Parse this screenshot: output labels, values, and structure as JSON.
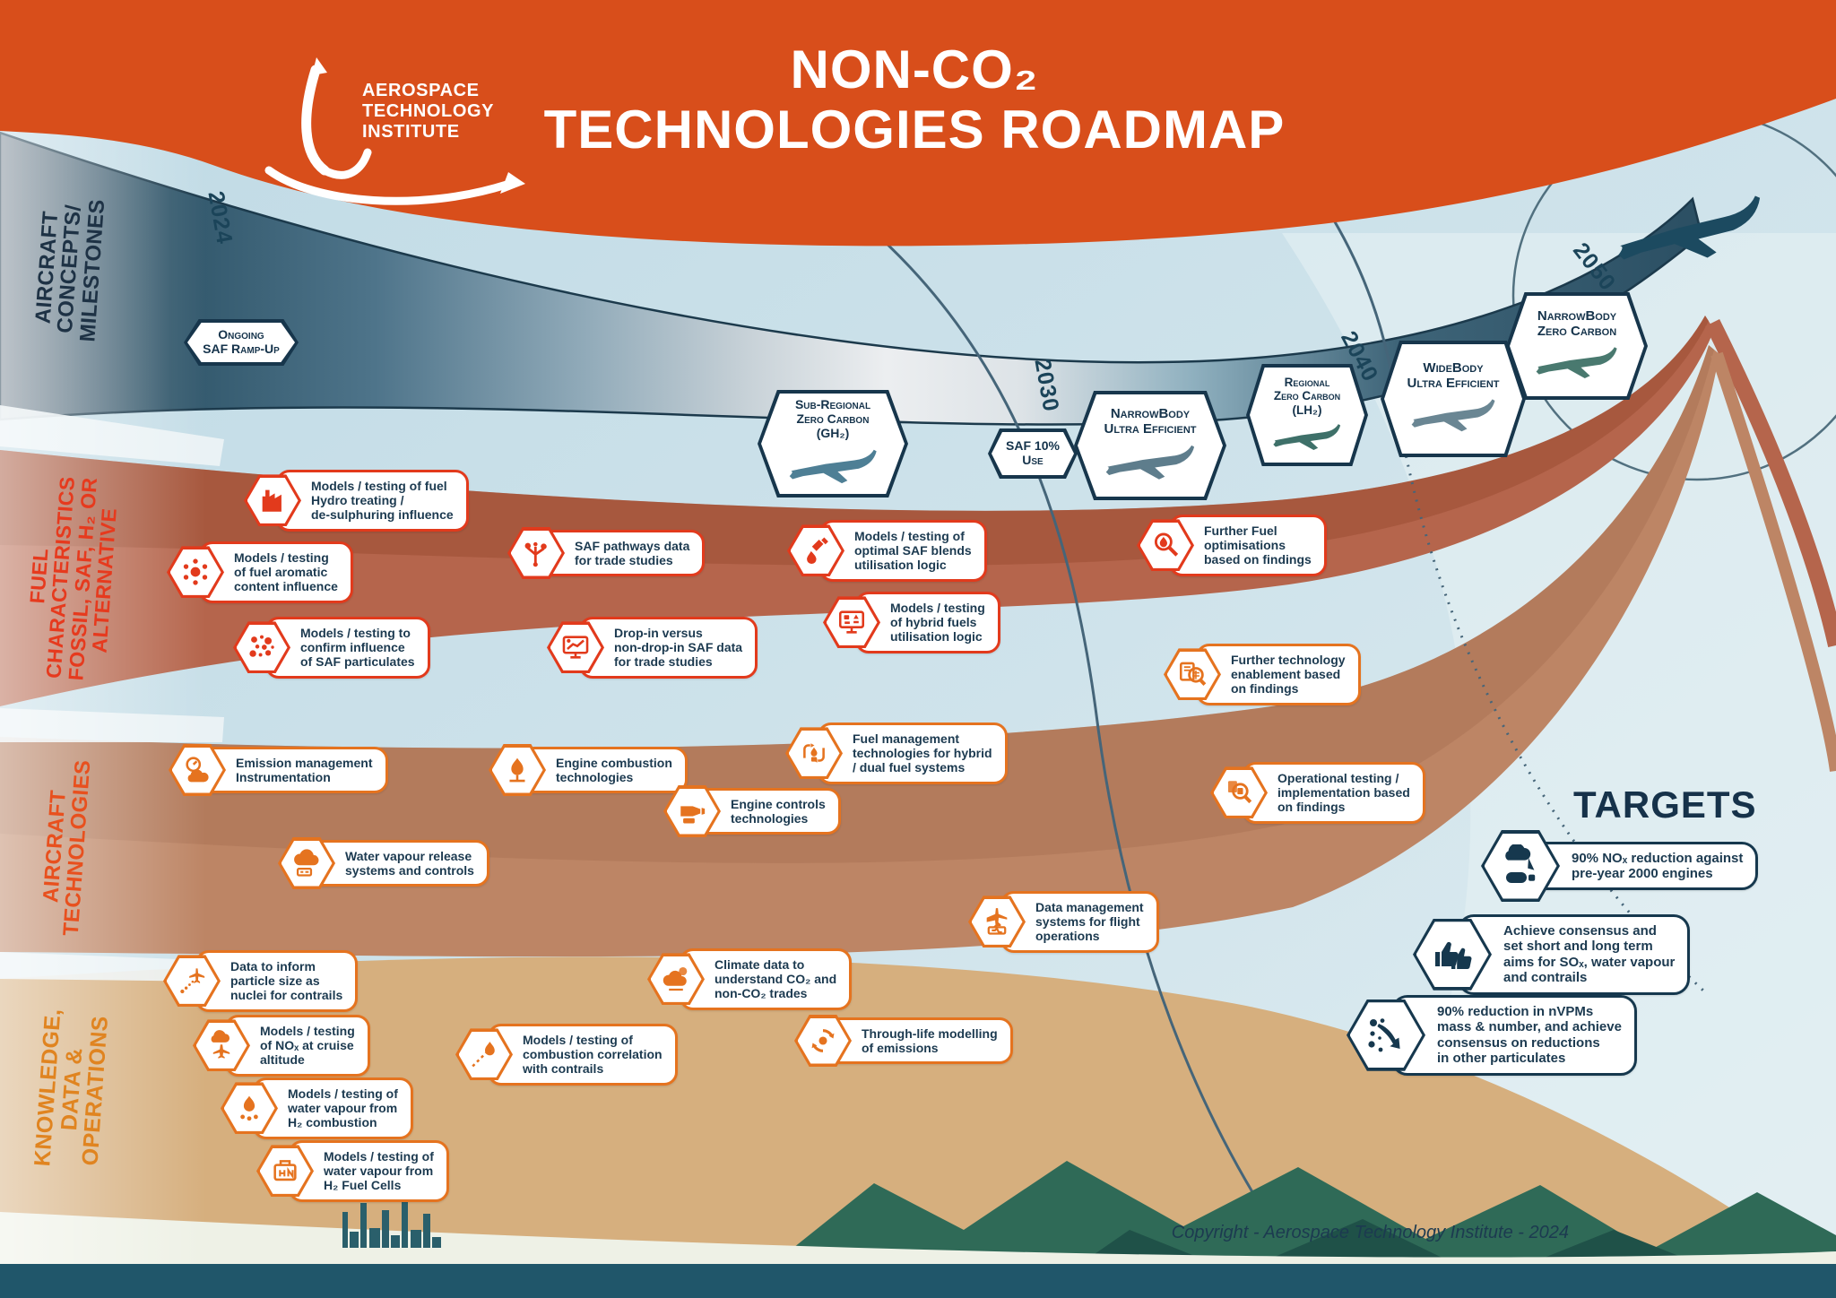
{
  "header": {
    "logo_lines": "AEROSPACE\nTECHNOLOGY\nINSTITUTE",
    "title": "NON-CO₂\nTECHNOLOGIES ROADMAP"
  },
  "timeline": {
    "years": [
      "2024",
      "2030",
      "2040",
      "2050"
    ]
  },
  "categories": [
    {
      "label": "AIRCRAFT\nCONCEPTS/\nMILESTONES",
      "color": "#1E3245"
    },
    {
      "label": "FUEL\nCHARACTERISTICS\nFOSSIL, SAF, H₂ OR\nALTERNATIVE",
      "color": "#E63A1E"
    },
    {
      "label": "AIRCRAFT\nTECHNOLOGIES",
      "color": "#E8501E"
    },
    {
      "label": "KNOWLEDGE,\nDATA &\nOPERATIONS",
      "color": "#E08420"
    }
  ],
  "milestones": {
    "items": [
      {
        "label": "Ongoing\nSAF Ramp-Up"
      },
      {
        "label": "Sub-Regional\nZero Carbon\n(GH₂)"
      },
      {
        "label": "SAF 10%\nUse"
      },
      {
        "label": "NarrowBody\nUltra Efficient"
      },
      {
        "label": "Regional\nZero Carbon\n(LH₂)"
      },
      {
        "label": "WideBody\nUltra Efficient"
      },
      {
        "label": "NarrowBody\nZero Carbon"
      }
    ]
  },
  "fuel_band": {
    "items": [
      {
        "icon": "refinery-icon",
        "label": "Models / testing of fuel\nHydro treating /\nde-sulphuring influence"
      },
      {
        "icon": "aromatic-molecule-icon",
        "label": "Models / testing\nof fuel aromatic\ncontent influence"
      },
      {
        "icon": "saf-particulates-icon",
        "label": "Models / testing to\nconfirm influence\nof SAF particulates"
      },
      {
        "icon": "saf-pathways-icon",
        "label": "SAF pathways data\nfor trade studies"
      },
      {
        "icon": "dropin-chart-icon",
        "label": "Drop-in versus\nnon-drop-in SAF data\nfor trade studies"
      },
      {
        "icon": "saf-dropper-icon",
        "label": "Models / testing of\noptimal SAF blends\nutilisation logic"
      },
      {
        "icon": "hybrid-fuels-monitor-icon",
        "label": "Models / testing\nof hybrid fuels\nutilisation logic"
      },
      {
        "icon": "fuel-magnifier-icon",
        "label": "Further Fuel\noptimisations\nbased on findings"
      }
    ]
  },
  "tech_band": {
    "items": [
      {
        "icon": "magnifier-documents-icon",
        "label": "Further technology\nenablement based\non findings"
      },
      {
        "icon": "emission-gauge-icon",
        "label": "Emission management\nInstrumentation"
      },
      {
        "icon": "combustion-flame-icon",
        "label": "Engine combustion\ntechnologies"
      },
      {
        "icon": "engine-controls-icon",
        "label": "Engine controls\ntechnologies"
      },
      {
        "icon": "fuel-management-icon",
        "label": "Fuel management\ntechnologies for hybrid\n/ dual fuel systems"
      },
      {
        "icon": "water-vapour-icon",
        "label": "Water vapour release\nsystems and controls"
      },
      {
        "icon": "operational-magnifier-icon",
        "label": "Operational testing /\nimplementation based\non findings"
      },
      {
        "icon": "flight-data-icon",
        "label": "Data management\nsystems for flight\noperations"
      }
    ]
  },
  "knowledge_band": {
    "items": [
      {
        "icon": "contrail-particles-icon",
        "label": "Data to inform\nparticle size as\nnuclei for contrails"
      },
      {
        "icon": "nox-cruise-icon",
        "label": "Models / testing\nof NOₓ at cruise\naltitude"
      },
      {
        "icon": "h2-combustion-icon",
        "label": "Models / testing of\nwater vapour from\nH₂ combustion"
      },
      {
        "icon": "h2-fuelcell-icon",
        "label": "Models / testing of\nwater vapour from\nH₂ Fuel Cells"
      },
      {
        "icon": "combustion-contrail-icon",
        "label": "Models / testing of\ncombustion correlation\nwith contrails"
      },
      {
        "icon": "climate-data-icon",
        "label": "Climate data to\nunderstand CO₂ and\nnon-CO₂ trades"
      },
      {
        "icon": "through-life-icon",
        "label": "Through-life modelling\nof emissions"
      }
    ]
  },
  "targets": {
    "title": "TARGETS",
    "items": [
      {
        "icon": "nox-reduction-icon",
        "label": "90% NOₓ reduction against\npre-year 2000 engines"
      },
      {
        "icon": "consensus-thumbs-icon",
        "label": "Achieve consensus and\nset short and long term\naims for SOₓ, water vapour\nand contrails"
      },
      {
        "icon": "nvpm-reduction-icon",
        "label": "90% reduction in nVPMs\nmass & number, and achieve\nconsensus on reductions\nin other particulates"
      }
    ]
  },
  "footer": {
    "copyright": "Copyright - Aerospace Technology Institute - 2024"
  },
  "colors": {
    "banner_orange": "#D84E1B",
    "badge_red": "#E23A1C",
    "badge_orange": "#E5731F",
    "badge_navy": "#16384E",
    "road_navy": "#1C3A4C"
  }
}
